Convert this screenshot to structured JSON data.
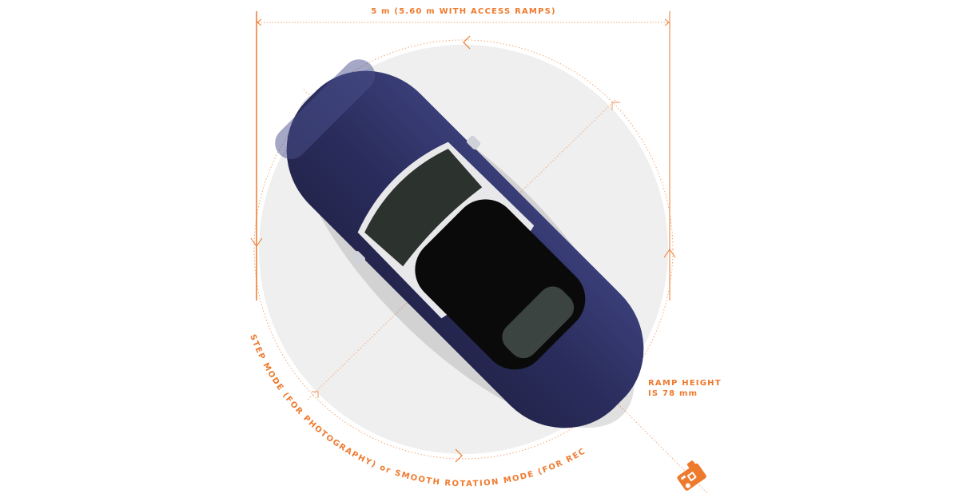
{
  "diagram": {
    "width_label": "5 m (5.60 m WITH ACCESS RAMPS)",
    "ramp_label_line1": "RAMP HEIGHT",
    "ramp_label_line2": "IS 78 mm",
    "mode_label": "STEP MODE (FOR PHOTOGRAPHY) or SMOOTH ROTATION MODE (FOR RECORDING VIDEO)",
    "icon": "camera-icon",
    "colors": {
      "accent": "#ee7a2e",
      "platform": "#efefef",
      "car_body": "#2f3265",
      "glass": "#0c0c0c"
    }
  }
}
